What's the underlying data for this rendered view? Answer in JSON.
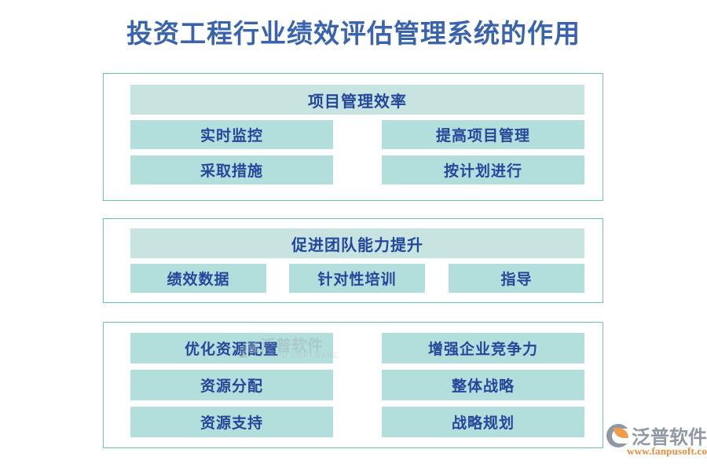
{
  "page": {
    "title": "投资工程行业绩效评估管理系统的作用",
    "background_color": "#ffffff",
    "title_color": "#3a63ae",
    "box_fill_color": "#b2dedb",
    "box_header_fill_color": "#c7e4e0",
    "box_text_color": "#25479b",
    "group_border_color": "#6ec3b8"
  },
  "groups": [
    {
      "id": "group-1",
      "header": "项目管理效率",
      "rows": [
        {
          "left": "实时监控",
          "right": "提高项目管理"
        },
        {
          "left": "采取措施",
          "right": "按计划进行"
        }
      ]
    },
    {
      "id": "group-2",
      "header": "促进团队能力提升",
      "items": [
        "绩效数据",
        "针对性培训",
        "指导"
      ]
    },
    {
      "id": "group-3",
      "rows": [
        {
          "left": "优化资源配置",
          "right": "增强企业竞争力"
        },
        {
          "left": "资源分配",
          "right": "整体战略"
        },
        {
          "left": "资源支持",
          "right": "战略规划"
        }
      ]
    }
  ],
  "watermark": {
    "cn": "泛普软件",
    "en": "FANPU SOFTWARE"
  },
  "brand": {
    "name": "泛普软件",
    "url": "www.fanpusoft.com",
    "mark_color": "#8f99a3",
    "accent_color": "#f29b4b"
  }
}
